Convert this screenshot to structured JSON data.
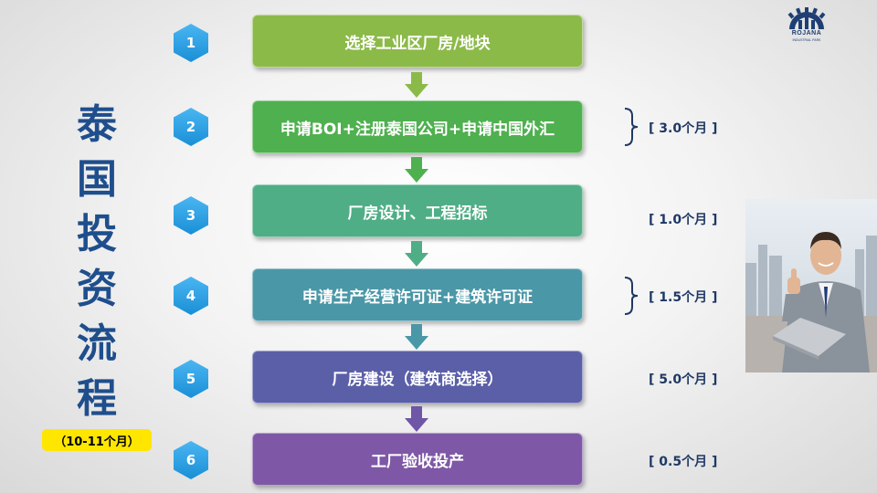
{
  "title_chars": [
    "泰",
    "国",
    "投",
    "资",
    "流",
    "程"
  ],
  "total_duration": "（10-11个月）",
  "logo": {
    "name": "ROJANA",
    "subtitle": "INDUSTRIAL PARK"
  },
  "steps": [
    {
      "num": "1",
      "label": "选择工业区厂房/地块",
      "color": "#8cba49",
      "duration": ""
    },
    {
      "num": "2",
      "label": "申请BOI+注册泰国公司+申请中国外汇",
      "color": "#4fb04f",
      "duration": "[ 3.0个月 ]"
    },
    {
      "num": "3",
      "label": "厂房设计、工程招标",
      "color": "#4fae86",
      "duration": "[ 1.0个月 ]"
    },
    {
      "num": "4",
      "label": "申请生产经营许可证+建筑许可证",
      "color": "#4a97a7",
      "duration": "[ 1.5个月 ]"
    },
    {
      "num": "5",
      "label": "厂房建设（建筑商选择）",
      "color": "#5b5fa8",
      "duration": "[ 5.0个月 ]"
    },
    {
      "num": "6",
      "label": "工厂验收投产",
      "color": "#7e58a6",
      "duration": "[ 0.5个月 ]"
    }
  ],
  "arrow_colors": [
    "#8cba49",
    "#4fb04f",
    "#4fae86",
    "#4a97a7",
    "#6f56a6"
  ]
}
